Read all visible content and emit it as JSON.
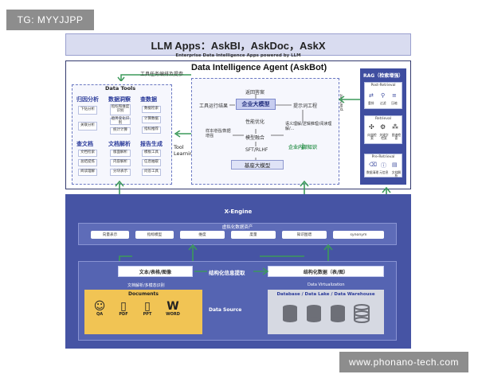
{
  "watermarks": {
    "top_left": "TG: MYYJJPP",
    "bottom_right": "www.phonano-tech.com"
  },
  "banner": {
    "title": "LLM Apps：AskBI，AskDoc，AskX",
    "subtitle": "Enterprise Data Intelligence Apps powered by LLM"
  },
  "agent": {
    "title": "Data Intelligence Agent (AskBot)",
    "orchestration_label": "工具任务编排及提参",
    "tool_learning_label": "Tool Learning",
    "planner_label": "planner",
    "data_tools": {
      "title": "Data Tools",
      "columns": [
        {
          "title": "归因分析",
          "items": [
            "下钻分析",
            "关联分析",
            ""
          ]
        },
        {
          "title": "数据洞察",
          "items": [
            "指标和维度识别",
            "趋势变化识别",
            "统计计算"
          ]
        },
        {
          "title": "查数据",
          "items": [
            "数据检索",
            "计算数据",
            "指标推荐"
          ]
        }
      ],
      "columns2": [
        {
          "title": "查文档",
          "items": [
            "文档检索",
            "总结提炼",
            "阅读理解"
          ]
        },
        {
          "title": "文档解析",
          "items": [
            "版面解析",
            "内容解析",
            "分块表示"
          ]
        },
        {
          "title": "报告生成",
          "items": [
            "模板工具",
            "信息抽取",
            "问答工具"
          ]
        }
      ]
    },
    "center": {
      "return_answer": "返回答案",
      "tool_result": "工具运行结果",
      "enterprise_llm": "企业大模型",
      "prompt_engineering": "提示词工程",
      "performance_opt": "性能优化",
      "sample_enhance": "样本增强/数据增强",
      "model_fusion": "模型融合",
      "sft": "SFT/RLHF",
      "base_llm": "基座大模型",
      "semantic": "语义理解/逻辑推理/阅读理解/...",
      "enterprise_knowledge": "企业内部知识"
    },
    "rag": {
      "title": "RAG（检索增强）",
      "post": {
        "title": "Post-Retrieval",
        "items": [
          "重排",
          "过滤",
          "压缩"
        ]
      },
      "retrieval": {
        "title": "Retrieval",
        "items": [
          "向量检索",
          "关键字检索",
          "图谱检索"
        ]
      },
      "pre": {
        "title": "Pre-Retrieval",
        "items": [
          "数据清理",
          "元信息",
          "文档解析"
        ]
      }
    }
  },
  "xengine": {
    "title": "X-Engine",
    "virtual_assets": "虚拟化数据资产",
    "pills": [
      "向量表示",
      "指标模型",
      "维度",
      "度量",
      "知识图谱",
      "synonym"
    ],
    "text_table_image": "文本/表格/图像",
    "structured_extract": "结构化信息提取",
    "structured_data": "结构化数据（表/图）",
    "doc_parse_label": "文档解析/多模态识别",
    "data_virtualization": "Data Virtualization",
    "data_source": "Data Source",
    "documents": {
      "title": "Documents",
      "items": [
        "QA",
        "PDF",
        "PPT",
        "WORD"
      ]
    },
    "warehouse": {
      "title": "Database / Data Lake / Data Warehouse"
    }
  },
  "colors": {
    "primary": "#4654a4",
    "dark_border": "#333a6e",
    "documents_bg": "#f1c454",
    "banner_bg": "#d9dcf0"
  }
}
